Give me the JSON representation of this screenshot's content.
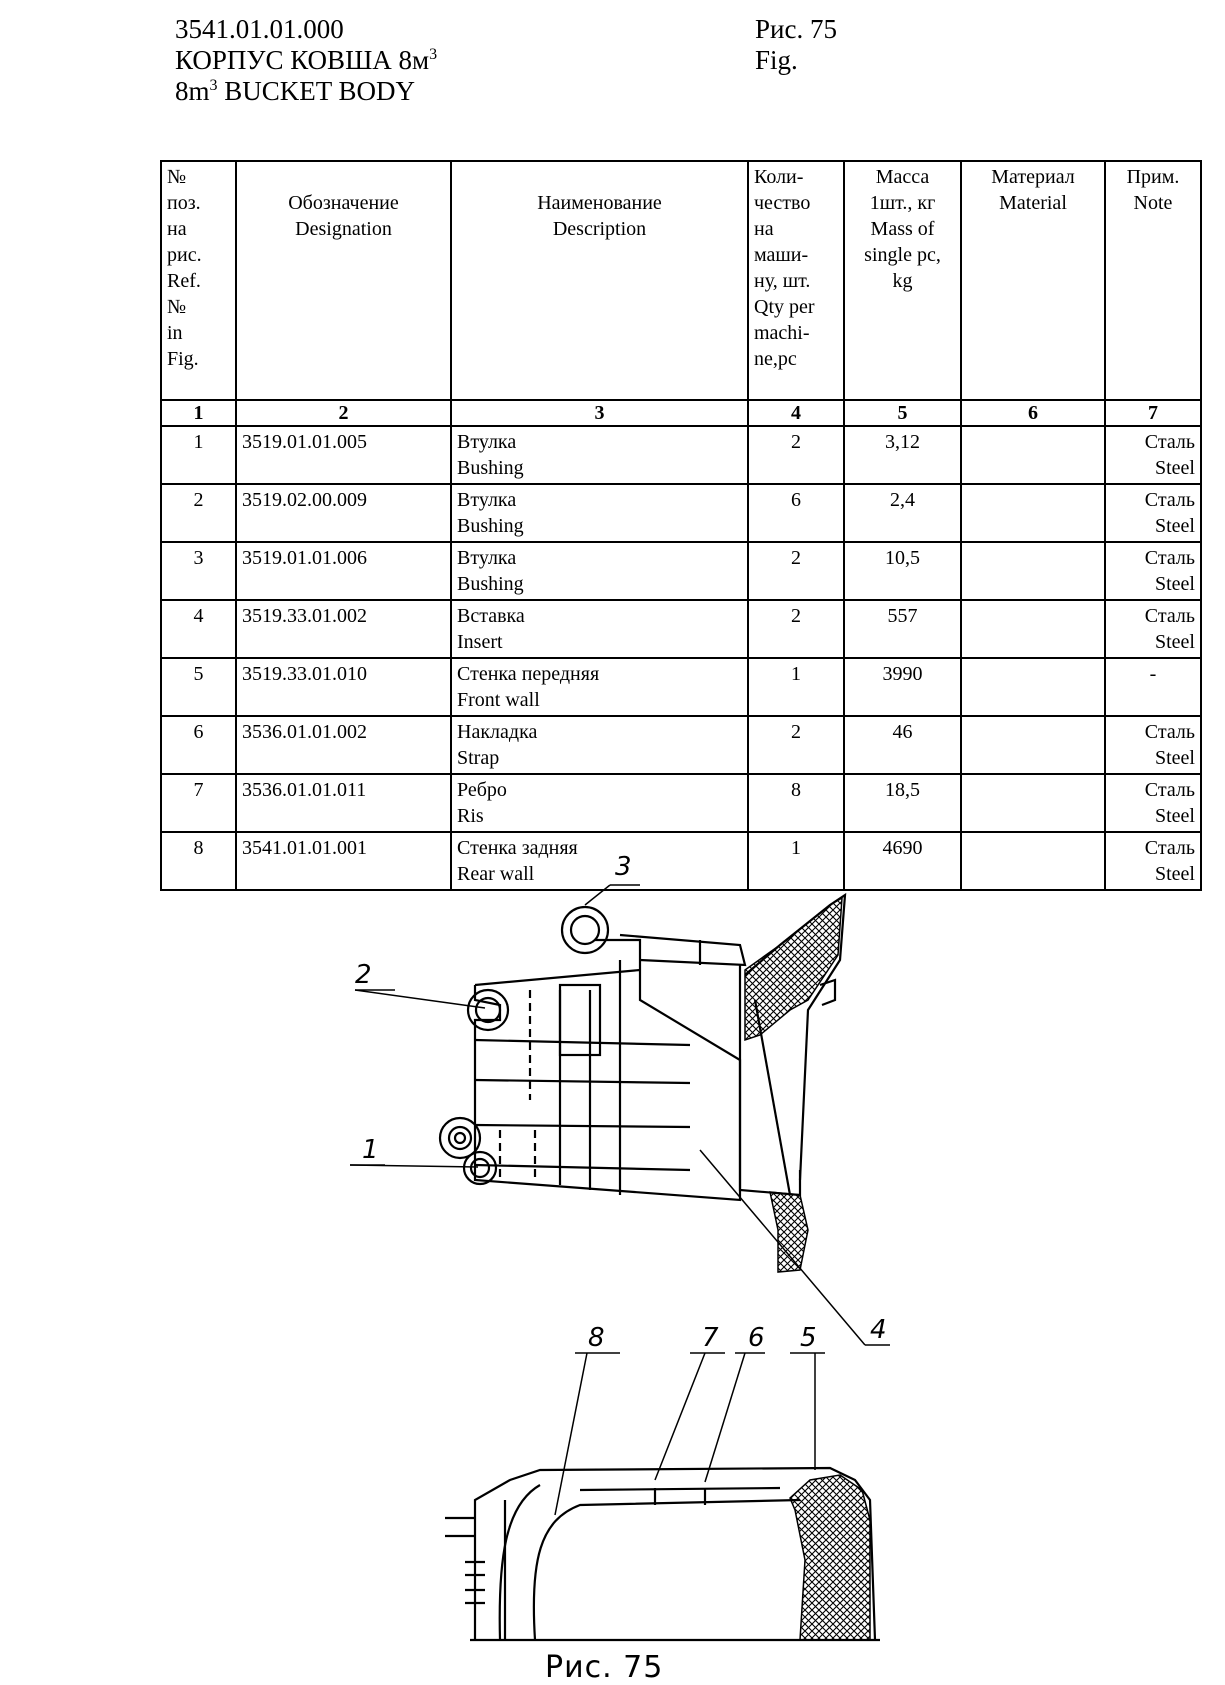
{
  "header": {
    "code": "3541.01.01.000",
    "title_ru": "КОРПУС КОВША 8м",
    "title_ru_sup": "3",
    "title_en_pre": "8m",
    "title_en_sup": "3",
    "title_en": " BUCKET BODY",
    "fig_ru": "Рис. 75",
    "fig_en": "Fig."
  },
  "table": {
    "headers": {
      "ref": [
        "№",
        "поз.",
        "на",
        "рис.",
        "Ref.",
        "№",
        "in",
        "Fig."
      ],
      "designation": [
        "Обозначение",
        "Designation"
      ],
      "description": [
        "Наименование",
        "Description"
      ],
      "qty": [
        "Коли-",
        "чество",
        "на",
        "маши-",
        "ну, шт.",
        "Qty per",
        "machi-",
        "ne,pc"
      ],
      "mass": [
        "Масса",
        "1шт., кг",
        "Mass of",
        "single pc,",
        "kg"
      ],
      "material": [
        "Материал",
        "Material"
      ],
      "note": [
        "Прим.",
        "Note"
      ]
    },
    "col_numbers": [
      "1",
      "2",
      "3",
      "4",
      "5",
      "6",
      "7"
    ],
    "rows": [
      {
        "ref": "1",
        "designation": "3519.01.01.005",
        "desc_ru": "Втулка",
        "desc_en": "Bushing",
        "qty": "2",
        "mass": "3,12",
        "material": "",
        "note_ru": "Сталь",
        "note_en": "Steel"
      },
      {
        "ref": "2",
        "designation": "3519.02.00.009",
        "desc_ru": "Втулка",
        "desc_en": "Bushing",
        "qty": "6",
        "mass": "2,4",
        "material": "",
        "note_ru": "Сталь",
        "note_en": "Steel"
      },
      {
        "ref": "3",
        "designation": "3519.01.01.006",
        "desc_ru": "Втулка",
        "desc_en": "Bushing",
        "qty": "2",
        "mass": "10,5",
        "material": "",
        "note_ru": "Сталь",
        "note_en": "Steel"
      },
      {
        "ref": "4",
        "designation": "3519.33.01.002",
        "desc_ru": "Вставка",
        "desc_en": "Insert",
        "qty": "2",
        "mass": "557",
        "material": "",
        "note_ru": "Сталь",
        "note_en": "Steel"
      },
      {
        "ref": "5",
        "designation": "3519.33.01.010",
        "desc_ru": "Стенка передняя",
        "desc_en": "Front wall",
        "qty": "1",
        "mass": "3990",
        "material": "",
        "note_ru": "-",
        "note_en": ""
      },
      {
        "ref": "6",
        "designation": "3536.01.01.002",
        "desc_ru": "Накладка",
        "desc_en": "Strap",
        "qty": "2",
        "mass": "46",
        "material": "",
        "note_ru": "Сталь",
        "note_en": "Steel"
      },
      {
        "ref": "7",
        "designation": "3536.01.01.011",
        "desc_ru": "Ребро",
        "desc_en": "Ris",
        "qty": "8",
        "mass": "18,5",
        "material": "",
        "note_ru": "Сталь",
        "note_en": "Steel"
      },
      {
        "ref": "8",
        "designation": "3541.01.01.001",
        "desc_ru": "Стенка задняя",
        "desc_en": "Rear wall",
        "qty": "1",
        "mass": "4690",
        "material": "",
        "note_ru": "Сталь",
        "note_en": "Steel"
      }
    ]
  },
  "callouts": {
    "c1": "1",
    "c2": "2",
    "c3": "3",
    "c4": "4",
    "c5": "5",
    "c6": "6",
    "c7": "7",
    "c8": "8"
  },
  "caption": "Рис. 75"
}
